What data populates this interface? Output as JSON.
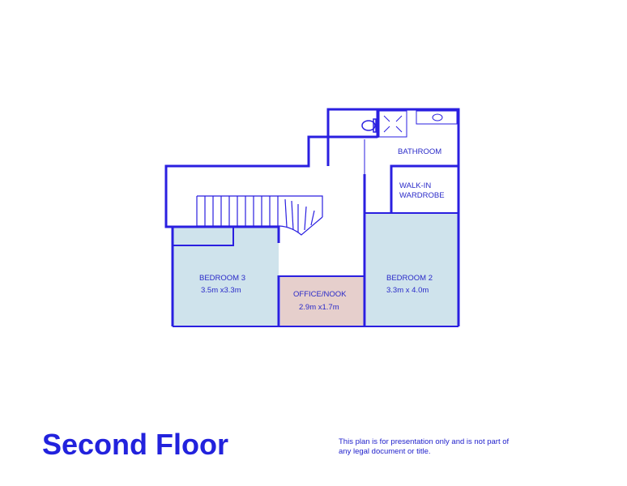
{
  "title": "Second Floor",
  "disclaimer": {
    "line1": "This plan is for presentation only and is not part of",
    "line2": "any legal document or title."
  },
  "rooms": {
    "bathroom": {
      "name": "BATHROOM"
    },
    "wardrobe": {
      "name_line1": "WALK-IN",
      "name_line2": "WARDROBE"
    },
    "bedroom3": {
      "name": "BEDROOM 3",
      "size": "3.5m x3.3m"
    },
    "office": {
      "name": "OFFICE/NOOK",
      "size": "2.9m x1.7m"
    },
    "bedroom2": {
      "name": "BEDROOM 2",
      "size": "3.3m x 4.0m"
    }
  },
  "colors": {
    "wall": "#2a1fe0",
    "bedroom": "#cfe3ec",
    "office": "#e6cfcc",
    "text": "#2a2ac8"
  }
}
